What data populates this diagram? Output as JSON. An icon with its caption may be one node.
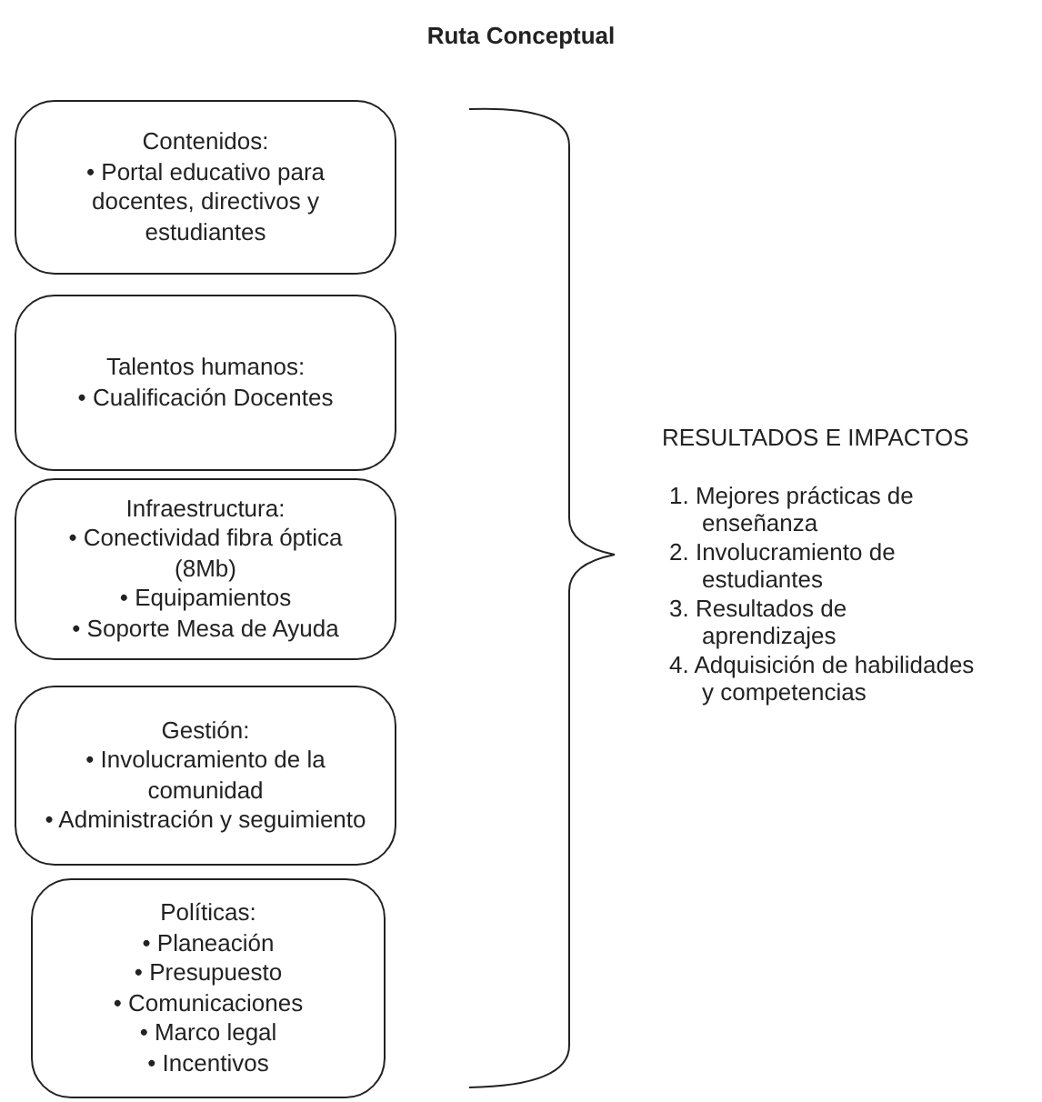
{
  "diagram": {
    "title": "Ruta Conceptual",
    "nodes": [
      {
        "text": [
          "Contenidos:",
          "• Portal educativo para docentes, directivos y estudiantes"
        ]
      },
      {
        "text": [
          "Talentos humanos:",
          "• Cualificación Docentes"
        ]
      },
      {
        "text": [
          "Infraestructura:",
          "• Conectividad fibra óptica (8Mb)",
          "• Equipamientos",
          "• Soporte Mesa de Ayuda"
        ]
      },
      {
        "text": [
          "Gestión:",
          "• Involucramiento de la comunidad",
          "• Administración y seguimiento"
        ]
      },
      {
        "text": [
          "Políticas:",
          "• Planeación",
          "• Presupuesto",
          "• Comunicaciones",
          "• Marco legal",
          "• Incentivos"
        ]
      }
    ],
    "labels": [
      "RESULTADOS E IMPACTOS",
      "1. Mejores prácticas de enseñanza",
      "2. Involucramiento de estudiantes",
      "3. Resultados de aprendizajes",
      "4. Adquisición de habilidades y competencias"
    ]
  }
}
